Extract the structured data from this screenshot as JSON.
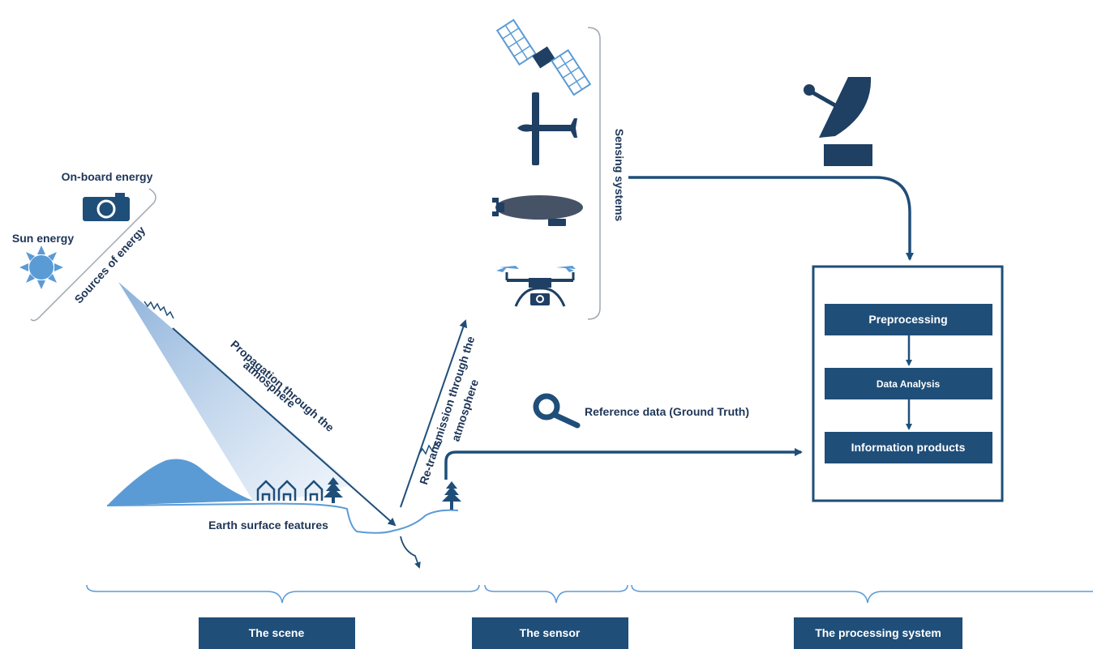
{
  "colors": {
    "navy": "#1f4e79",
    "icon_navy": "#1f3f63",
    "blue": "#5b9bd5",
    "light_blue": "#dbe8f6",
    "text": "#1d3557"
  },
  "labels": {
    "onboard_energy": "On-board energy",
    "sun_energy": "Sun energy",
    "sources_of_energy": "Sources of energy",
    "propagation_line1": "Propagation through the",
    "propagation_line2": "atmosphere",
    "retransmission_line1": "Re-transmission through the",
    "retransmission_line2": "atmosphere",
    "earth_surface": "Earth surface features",
    "reference_data": "Reference data (Ground Truth)",
    "sensing_systems": "Sensing systems"
  },
  "processing": {
    "steps": [
      "Preprocessing",
      "Data Analysis",
      "Information products"
    ]
  },
  "stages": {
    "scene": "The scene",
    "sensor": "The sensor",
    "processing_system": "The processing system"
  },
  "icons": {
    "sun": "sun-icon",
    "camera": "camera-icon",
    "satellite": "satellite-icon",
    "airplane": "airplane-icon",
    "airship": "airship-icon",
    "drone": "drone-icon",
    "dish": "satellite-dish-icon",
    "magnifier": "magnifier-icon",
    "houses": "house-icon",
    "trees": "tree-icon"
  }
}
